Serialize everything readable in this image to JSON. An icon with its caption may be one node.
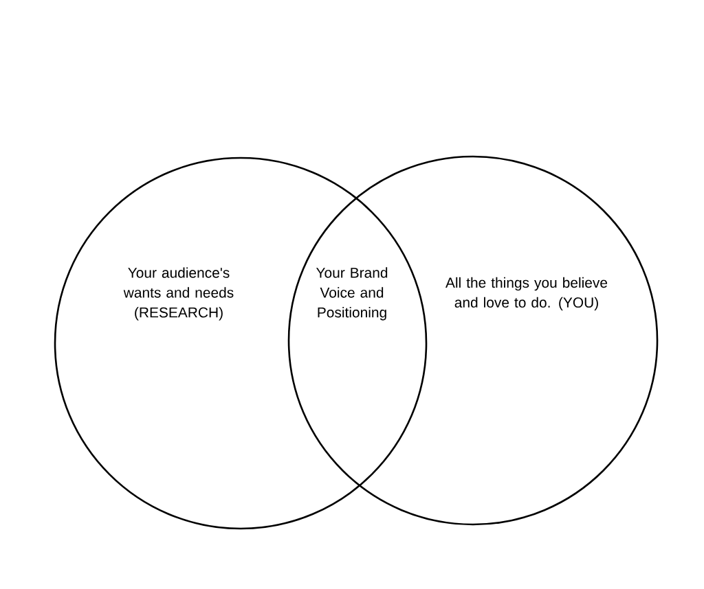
{
  "diagram": {
    "nodes": [
      {
        "text": [
          "Your audience's wants and needs (RESEARCH)"
        ]
      },
      {
        "text": [
          "All the things you believe and love to do. (YOU)"
        ]
      }
    ],
    "labels": [
      "Your Brand Voice and Positioning"
    ]
  }
}
